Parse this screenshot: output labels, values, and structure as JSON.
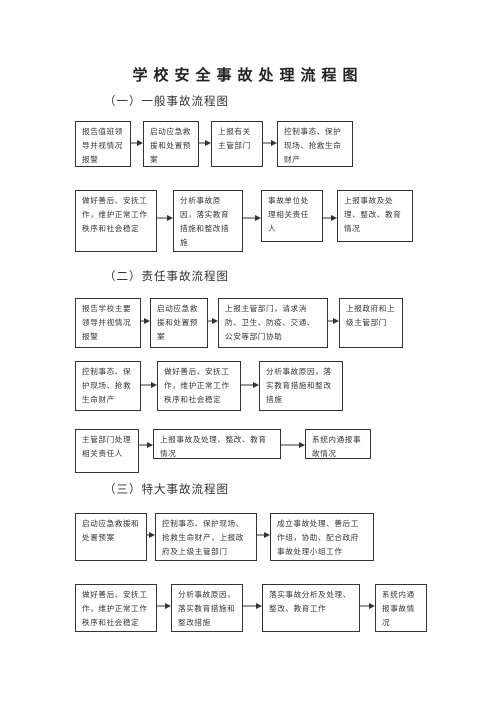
{
  "title": "学校安全事故处理流程图",
  "sections": [
    {
      "heading": "（一）一般事故流程图",
      "rows": [
        [
          "报告值班领导并视情况报警",
          "启动应急救援和处置预案",
          "上报有关主管部门",
          "控制事态、保护现场、抢救生命财产"
        ],
        [
          "做好善后、安抚工作，维护正常工作秩序和社会稳定",
          "分析事故原因，落实教育措施和整改措施",
          "事故单位处理相关责任人",
          "上报事故及处理、整改、教育情况"
        ]
      ]
    },
    {
      "heading": "（二）责任事故流程图",
      "rows": [
        [
          "报告学校主要领导并视情况报警",
          "启动应急救援和处置预案",
          "上报主管部门，请求消防、卫生、防疫、交通、公安等部门协助",
          "上报政府和上级主管部门"
        ],
        [
          "控制事态、保护现场、抢救生命财产",
          "做好善后、安抚工作，维护正常工作秩序和社会稳定",
          "分析事故原因，落实教育措施和整改措施"
        ],
        [
          "主管部门处理相关责任人",
          "上报事故及处理、整改、教育情况",
          "系统内通报事故情况"
        ]
      ]
    },
    {
      "heading": "（三）特大事故流程图",
      "rows": [
        [
          "启动应急救援和处置预案",
          "控制事态、保护现场、抢救生命财产，上报政府及上级主管部门",
          "成立事故处理、善后工作组，协助、配合政府事故处理小组工作"
        ],
        [
          "做好善后、安抚工作，维护正常工作秩序和社会稳定",
          "分析事故原因，落实教育措施和整改措施",
          "落实事故分析及处理、整改、教育工作",
          "系统内通报事故情况"
        ]
      ]
    }
  ]
}
